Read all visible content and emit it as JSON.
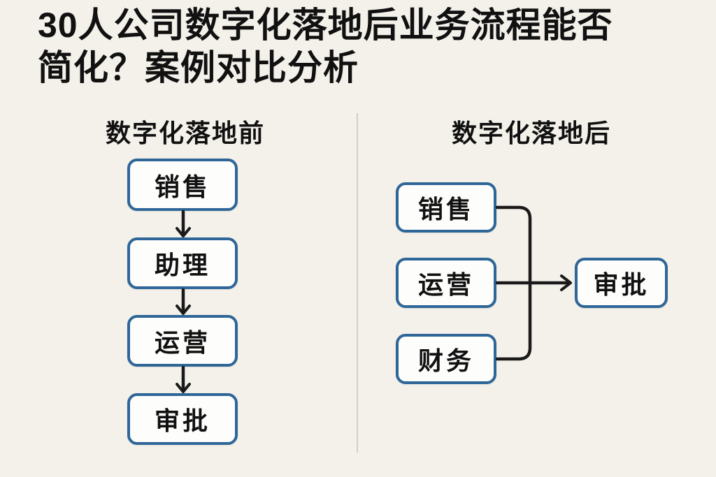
{
  "title": {
    "line1": "30人公司数字化落地后业务流程能否",
    "line2": "简化？案例对比分析"
  },
  "panels": {
    "before": {
      "heading": "数字化落地前",
      "nodes": [
        "销售",
        "助理",
        "运营",
        "审批"
      ],
      "edges": [
        [
          "销售",
          "助理"
        ],
        [
          "助理",
          "运营"
        ],
        [
          "运营",
          "审批"
        ]
      ]
    },
    "after": {
      "heading": "数字化落地后",
      "sources": [
        "销售",
        "运营",
        "财务"
      ],
      "target": "审批",
      "edges": [
        [
          "销售",
          "审批"
        ],
        [
          "运营",
          "审批"
        ],
        [
          "财务",
          "审批"
        ]
      ]
    }
  },
  "colors": {
    "background": "#f4f1ea",
    "box_border": "#2e6698",
    "box_fill": "#fdfdfc",
    "text": "#111111",
    "connector": "#1a1a1a",
    "divider": "#d2cfc8"
  }
}
